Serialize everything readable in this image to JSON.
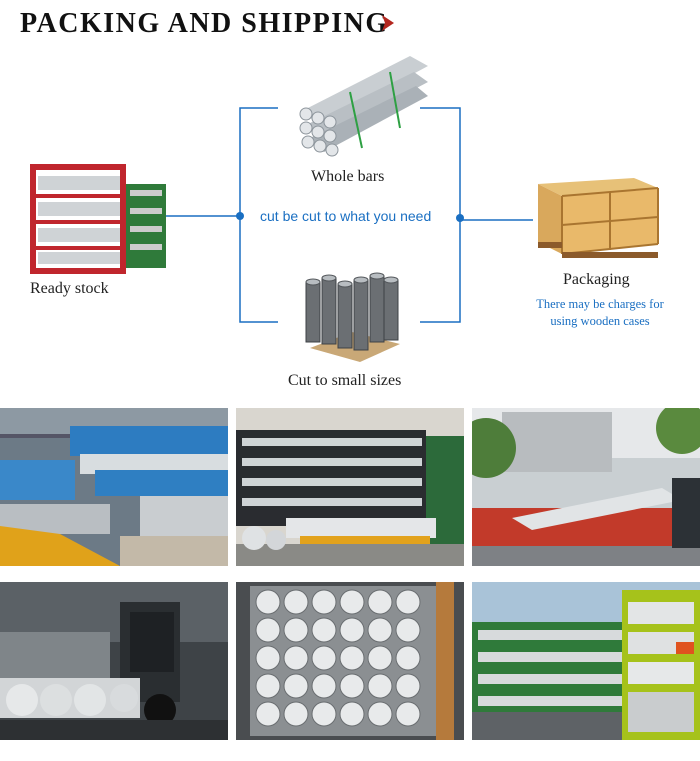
{
  "header": {
    "title": "PACKING AND SHIPPING",
    "arrow_icon": "chevron-right-icon",
    "arrow_color": "#b3261e"
  },
  "flow": {
    "ready_stock_label": "Ready stock",
    "whole_bars_label": "Whole bars",
    "cut_text": "cut be cut to what you need",
    "cut_small_label": "Cut to small sizes",
    "packaging_label": "Packaging",
    "packaging_note_line1": "There may be charges for",
    "packaging_note_line2": "using wooden cases",
    "line_color": "#1a6fc2"
  },
  "gallery": {
    "photos": [
      "warehouse-stacks-photo",
      "storage-rack-bars-photo",
      "truck-loading-photo",
      "forklift-photo",
      "wrapped-bundle-photo",
      "outdoor-racks-photo"
    ]
  }
}
